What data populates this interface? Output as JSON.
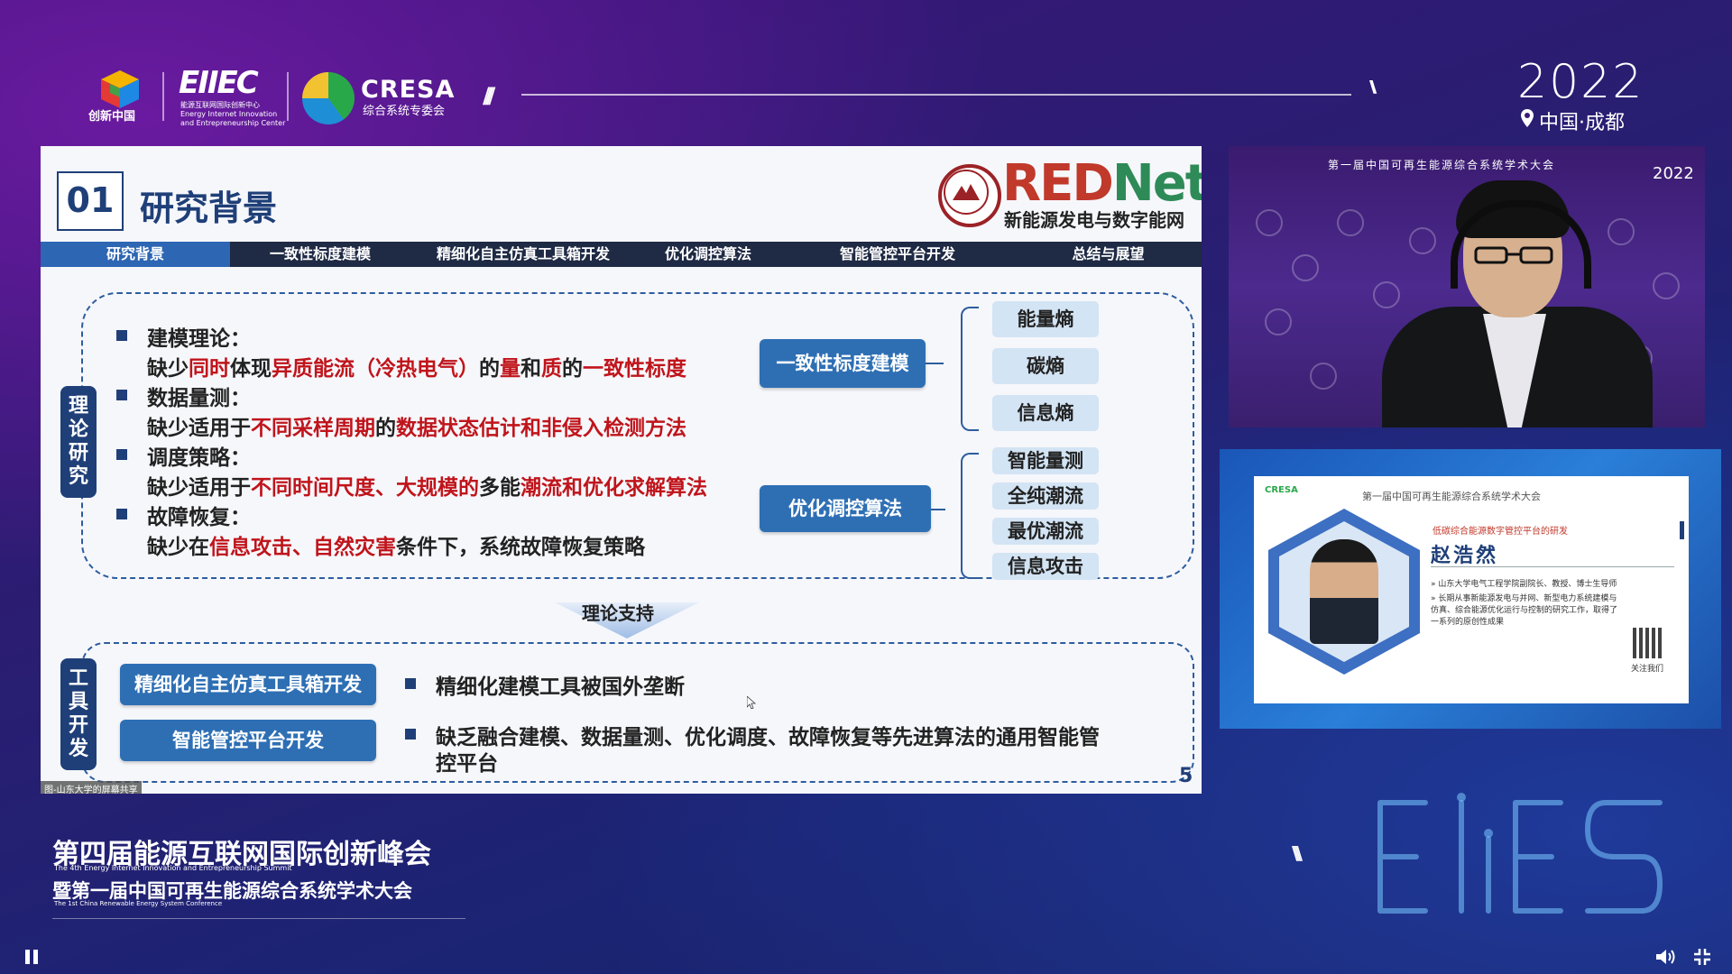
{
  "header": {
    "logo_cube_label": "创新中国",
    "eiiec_word": "EIIEC",
    "eiiec_sub_cn": "能源互联网国际创新中心",
    "eiiec_sub_en1": "Energy Internet Innovation",
    "eiiec_sub_en2": "and Entrepreneurship Center",
    "cresa_word": "CRESA",
    "cresa_sub": "综合系统专委会",
    "year": "2022",
    "location": "中国·成都"
  },
  "slide": {
    "number": "01",
    "title": "研究背景",
    "logo_word_a": "RED",
    "logo_word_b": "Net",
    "logo_sub": "新能源发电与数字能网",
    "nav": [
      {
        "label": "研究背景",
        "active": true
      },
      {
        "label": "一致性标度建模",
        "active": false
      },
      {
        "label": "精细化自主仿真工具箱开发",
        "active": false
      },
      {
        "label": "优化调控算法",
        "active": false
      },
      {
        "label": "智能管控平台开发",
        "active": false
      },
      {
        "label": "总结与展望",
        "active": false
      }
    ],
    "theory_tag": "理论研究",
    "theory_items": [
      {
        "head": "建模理论：",
        "body": [
          [
            "缺少",
            false
          ],
          [
            "同时",
            true
          ],
          [
            "体现",
            false
          ],
          [
            "异质能流（冷热电气）",
            true
          ],
          [
            "的",
            false
          ],
          [
            "量",
            true
          ],
          [
            "和",
            false
          ],
          [
            "质",
            true
          ],
          [
            "的",
            false
          ],
          [
            "一致性标度",
            true
          ]
        ]
      },
      {
        "head": "数据量测：",
        "body": [
          [
            "缺少适用于",
            false
          ],
          [
            "不同采样周期",
            true
          ],
          [
            "的",
            false
          ],
          [
            "数据状态估计和非侵入检测方法",
            true
          ]
        ]
      },
      {
        "head": "调度策略：",
        "body": [
          [
            "缺少适用于",
            false
          ],
          [
            "不同时间尺度、大规模的",
            true
          ],
          [
            "多能",
            false
          ],
          [
            "潮流和优化求解算法",
            true
          ]
        ]
      },
      {
        "head": "故障恢复：",
        "body": [
          [
            "缺少在",
            false
          ],
          [
            "信息攻击、自然灾害",
            true
          ],
          [
            "条件下，系统故障恢复策略",
            false
          ]
        ]
      }
    ],
    "mid_btn_top": "一致性标度建模",
    "mid_btn_bottom": "优化调控算法",
    "leaves_top": [
      "能量熵",
      "碳熵",
      "信息熵"
    ],
    "leaves_bottom": [
      "智能量测",
      "全纯潮流",
      "最优潮流",
      "信息攻击"
    ],
    "support_label": "理论支持",
    "tool_tag": "工具开发",
    "tool_btn_1": "精细化自主仿真工具箱开发",
    "tool_btn_2": "智能管控平台开发",
    "tool_item_1": "精细化建模工具被国外垄断",
    "tool_item_2a": "缺乏融合建模、数据量测、优化调度、故障恢复等先进算法的通用智能管",
    "tool_item_2b": "控平台",
    "page_number": "5",
    "share_caption": "图-山东大学的屏幕共享"
  },
  "speaker_video": {
    "banner": "第一届中国可再生能源综合系统学术大会",
    "year": "2022"
  },
  "info_card": {
    "cresa": "CRESA",
    "header": "第一届中国可再生能源综合系统学术大会",
    "topic": "低碳综合能源数字管控平台的研发",
    "name": "赵浩然",
    "title": "» 山东大学电气工程学院副院长、教授、博士生导师",
    "desc": "» 长期从事新能源发电与并网、新型电力系统建模与仿真、综合能源优化运行与控制的研究工作，取得了一系列的原创性成果",
    "follow": "关注我们"
  },
  "footer": {
    "title1": "第四届能源互联网国际创新峰会",
    "sub1": "The 4th Energy Internet Innovation and Entrepreneurship Summit",
    "title2": "暨第一届中国可再生能源综合系统学术大会",
    "sub2": "The 1st China Renewable Energy System Conference"
  },
  "colors": {
    "slide_accent": "#1f3f78",
    "highlight_red": "#c0141b",
    "button_blue": "#2e6fb4",
    "leaf_blue": "#d3e4f4",
    "nav_active": "#2d66b3"
  },
  "icons": [
    "pause-icon",
    "volume-icon",
    "exit-fullscreen-icon",
    "location-pin-icon"
  ]
}
